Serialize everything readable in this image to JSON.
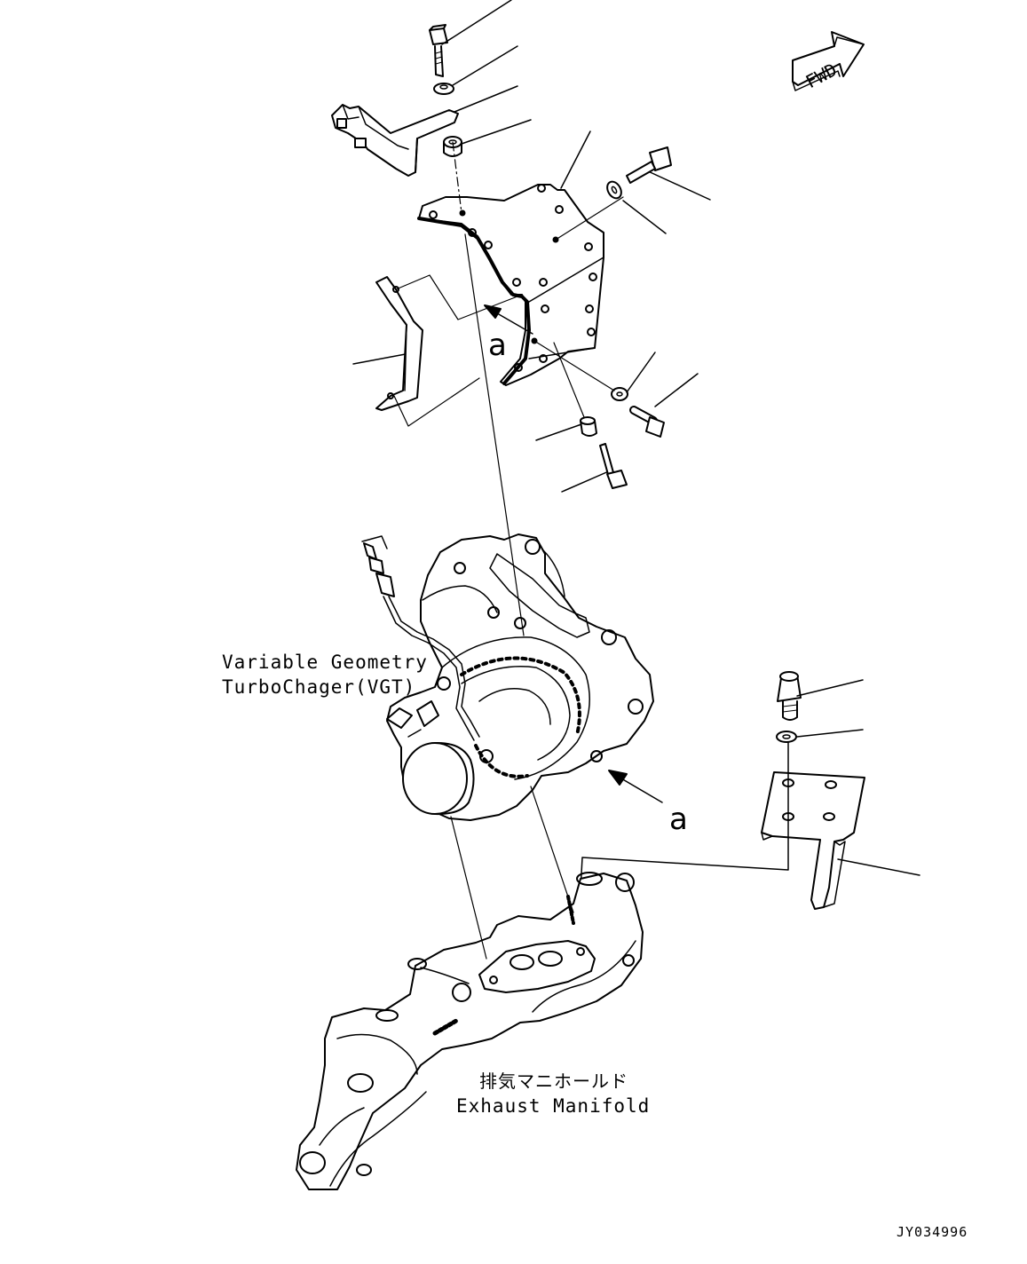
{
  "labels": {
    "vgt_line1": "Variable Geometry",
    "vgt_line2": "TurboChager(VGT)",
    "manifold_jp": "排気マニホールド",
    "manifold_en": "Exhaust Manifold",
    "drawing_number": "JY034996",
    "view_marker_upper": "a",
    "view_marker_lower": "a",
    "fwd": "FWD"
  },
  "icons": {
    "fwd_arrow": "fwd-arrow-icon"
  }
}
